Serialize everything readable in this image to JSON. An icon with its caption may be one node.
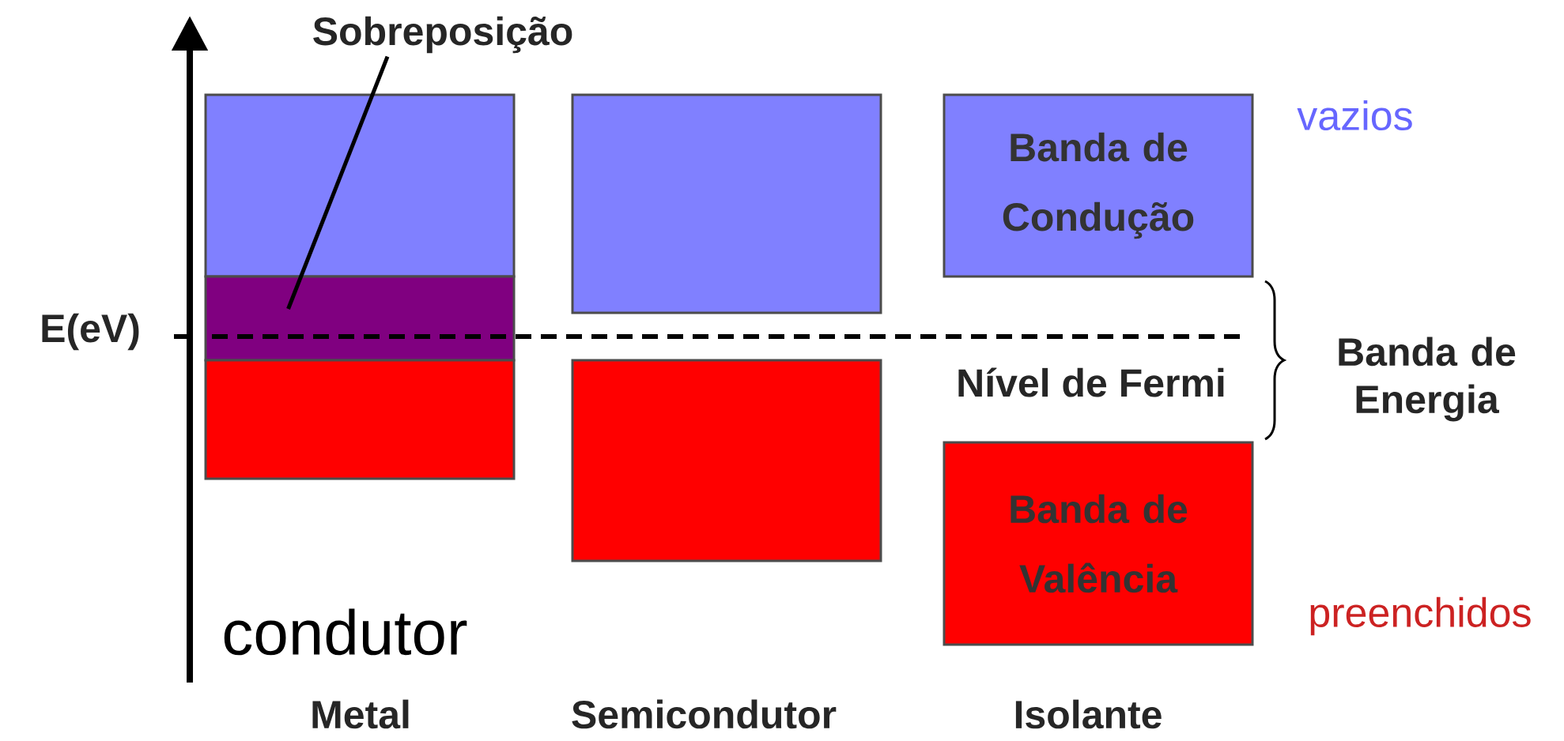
{
  "diagram": {
    "nodes": [
      {
        "text": [],
        "shape": "box"
      },
      {
        "text": [],
        "shape": "box"
      },
      {
        "text": [],
        "shape": "box"
      },
      {
        "text": [],
        "shape": "box"
      },
      {
        "text": [],
        "shape": "box"
      },
      {
        "text": [
          "Banda de Condução"
        ]
      },
      {
        "text": [
          "Banda de Valência"
        ]
      },
      {
        "text": [
          "Sobreposição"
        ]
      }
    ],
    "edges": [
      {
        "from": 7,
        "to": 1,
        "arrow": "none"
      }
    ],
    "labels": [
      "E(eV)",
      "Nível de Fermi",
      "vazios",
      "Banda de Energia",
      "preenchidos",
      "condutor",
      "Metal",
      "Semicondutor",
      "Isolante"
    ]
  }
}
